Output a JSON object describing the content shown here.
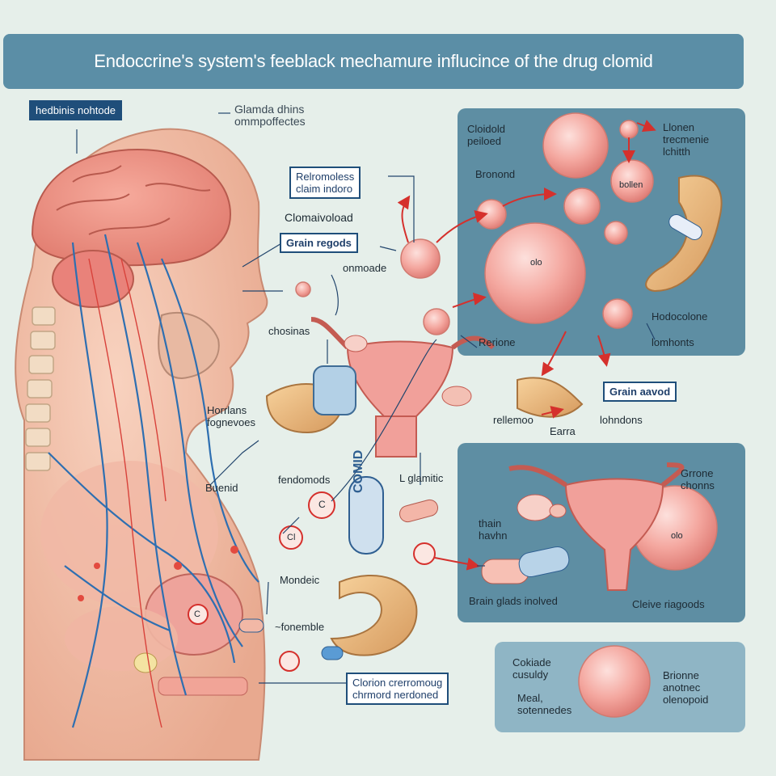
{
  "title": "Endoccrine's system's feeblack mechamure influcince of the drug clomid",
  "labels": {
    "top_left_box": "hedbinis nohtode",
    "glands_note": "Glamda dhins\nommpoffectes",
    "retromoles": "Relromoless\nclaim indoro",
    "clomaivoload": "Clomaivoload",
    "grain_regods": "Grain regods",
    "onmoade": "onmoade",
    "choainas": "chosinas",
    "horrlans": "Horrlans\nfognevoes",
    "buenid": "Buenid",
    "fendomods": "fendomods",
    "glamitic": "L glamitic",
    "clomid_pill": "COMID",
    "mondeic": "Mondeic",
    "fonemble": "~fonemble",
    "clorion": "Clorion crerromoug\nchrmord nerdoned",
    "cloidold": "Cloidold\npeiloed",
    "bronond": "Bronond",
    "llonen": "Llonen\ntrecmenie\nlchitth",
    "balle": "bollen",
    "olo": "olo",
    "rerione": "Rerione",
    "hodocolone": "Hodocolone",
    "lomhonts": "lomhonts",
    "grain_aaved": "Grain aavod",
    "rellemoo": "rellemoo",
    "earra": "Earra",
    "lohndons": "lohndons",
    "grrone": "Grrone\nchonns",
    "thain": "thain\nhavhn",
    "brain_glads": "Brain glads inolved",
    "cleive": "Cleive riagoods",
    "olo2": "olo",
    "cokiade": "Cokiade\ncusuldy",
    "meal": "Meal,\nsotennedes",
    "brionne": "Brionne\nanotnec\nolenopoid",
    "c1": "C",
    "c2": "Cl",
    "c3": "C"
  }
}
